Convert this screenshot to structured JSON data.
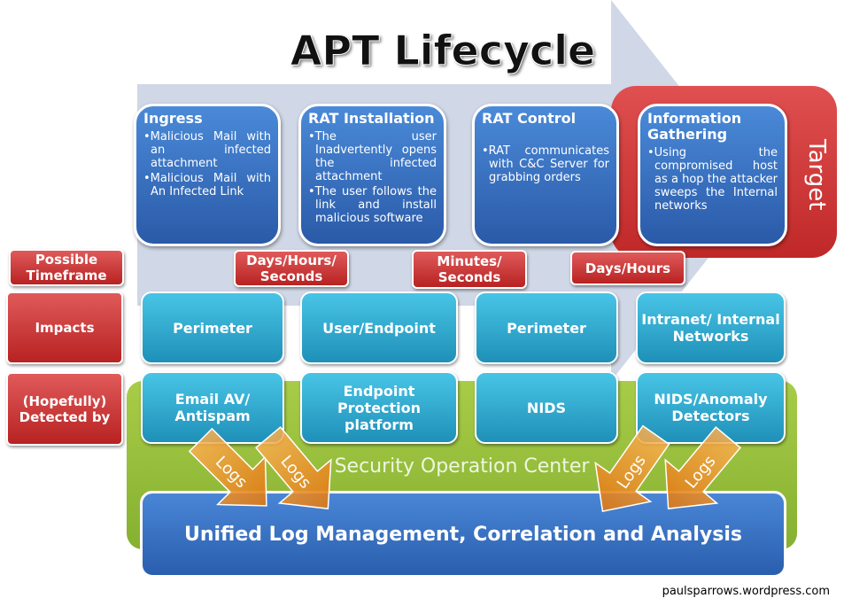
{
  "title": "APT Lifecycle",
  "target_label": "Target",
  "phases": [
    {
      "title": "Ingress",
      "bullets": [
        "Malicious Mail with an infected attachment",
        "Malicious Mail with An Infected Link"
      ]
    },
    {
      "title": "RAT Installation",
      "bullets": [
        "The user Inadvertently opens the infected attachment",
        "The user follows the link and install malicious software"
      ]
    },
    {
      "title": "RAT Control",
      "bullets": [
        "RAT communicates with C&C Server for grabbing orders"
      ]
    },
    {
      "title": "Information Gathering",
      "bullets": [
        "Using the compromised host as a hop the attacker sweeps the Internal networks"
      ]
    }
  ],
  "row_labels": {
    "timeframe": "Possible Timeframe",
    "impacts": "Impacts",
    "detected": "(Hopefully) Detected by"
  },
  "timeframes": [
    "Days/Hours/ Seconds",
    "Minutes/ Seconds",
    "Days/Hours"
  ],
  "impacts": [
    "Perimeter",
    "User/Endpoint",
    "Perimeter",
    "Intranet/ Internal Networks"
  ],
  "detectors": [
    "Email AV/ Antispam",
    "Endpoint Protection platform",
    "NIDS",
    "NIDS/Anomaly Detectors"
  ],
  "soc_label": "Security Operation Center",
  "logs_label": "Logs",
  "unified_label": "Unified Log Management, Correlation and Analysis",
  "footer": "paulsparrows.wordpress.com",
  "colors": {
    "arrow": "#d0d7e6",
    "red": "#c83030",
    "blue": "#3a70c0",
    "cyan": "#30a8d0",
    "green": "#98c040",
    "orange": "#f09020"
  }
}
